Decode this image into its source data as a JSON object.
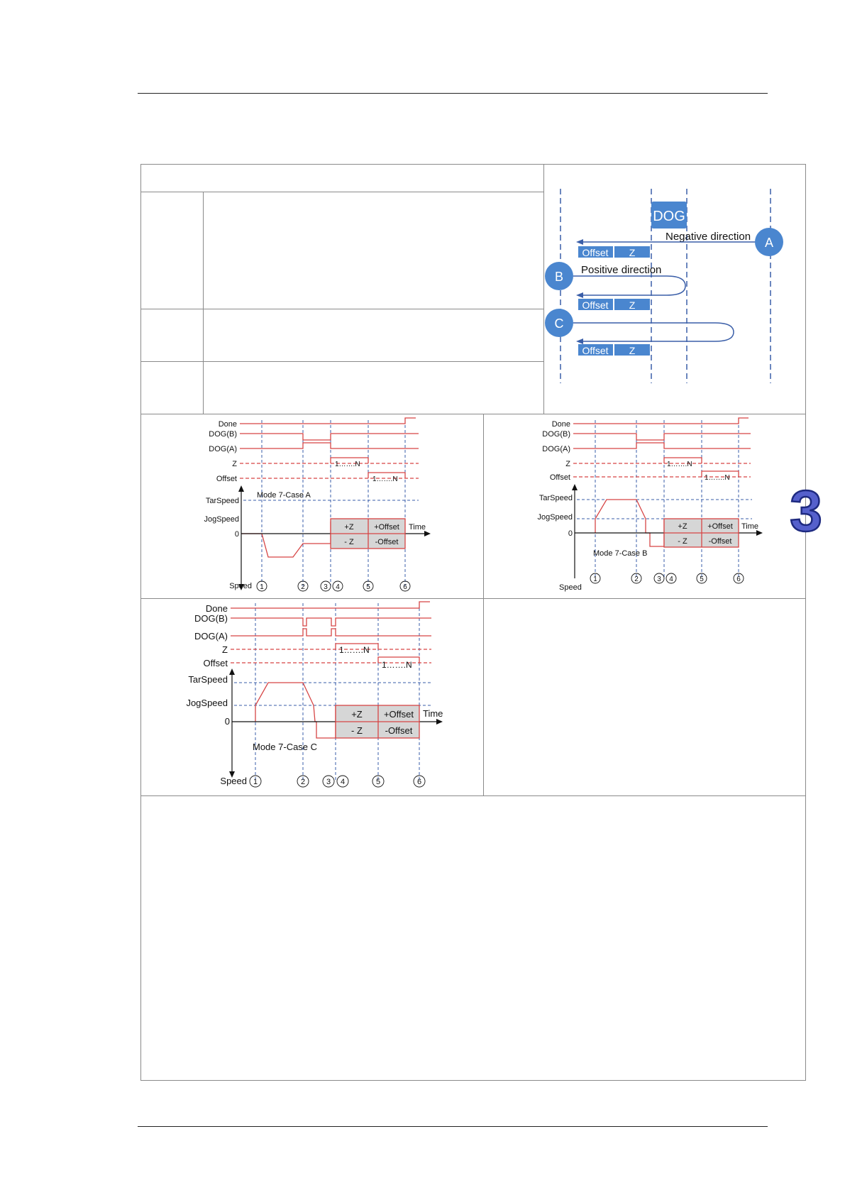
{
  "diagram": {
    "dog": "DOG",
    "negative": "Negative direction",
    "positive": "Positive direction",
    "point_a": "A",
    "point_b": "B",
    "point_c": "C",
    "offset": "Offset",
    "z": "Z"
  },
  "timing": {
    "done": "Done",
    "dog_b": "DOG(B)",
    "dog_a": "DOG(A)",
    "z": "Z",
    "offset": "Offset",
    "tarspeed": "TarSpeed",
    "jogspeed": "JogSpeed",
    "zero": "0",
    "speed": "Speed",
    "time": "Time",
    "plus_z": "+Z",
    "minus_z": "- Z",
    "plus_offset": "+Offset",
    "minus_offset": "-Offset",
    "pulse_range": "1…….N",
    "case_a": "Mode 7-Case A",
    "case_b": "Mode 7-Case B",
    "case_c": "Mode 7-Case C",
    "markers": [
      "1",
      "2",
      "3",
      "4",
      "5",
      "6"
    ]
  },
  "chapter": "3",
  "colors": {
    "signal": "#d64545",
    "dashed": "#3a5ea8",
    "box_fill": "#d6d6d6",
    "dog_box": "#4a86cf",
    "circle": "#4a86cf",
    "chapter": "#3b47b8"
  }
}
